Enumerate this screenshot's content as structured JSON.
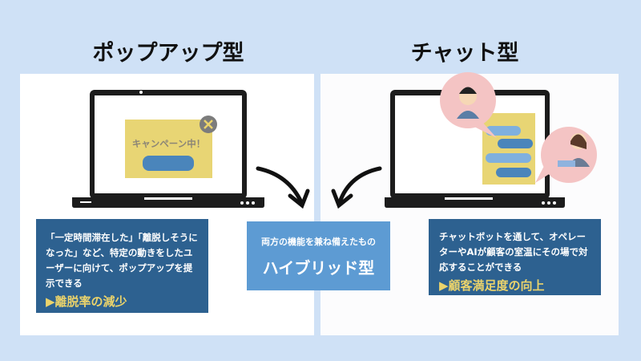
{
  "left": {
    "title": "ポップアップ型",
    "popup_text": "キャンペーン中！",
    "description": "「一定時間滞在した」「離脱しそうになった」など、特定の動きをしたユーザーに向けて、ポップアップを提示できる",
    "result": "▶離脱率の減少"
  },
  "center": {
    "subtitle": "両方の機能を兼ね備えたもの",
    "title": "ハイブリッド型"
  },
  "right": {
    "title": "チャット型",
    "description": "チャットボットを通して、オペレーターやAIが顧客の室温にその場で対応することができる",
    "result": "▶顧客満足度の向上"
  },
  "colors": {
    "background": "#cfe1f6",
    "dark_box": "#2d6190",
    "light_box": "#5d9bd3",
    "accent": "#ebd36b",
    "popup": "#e8d574"
  }
}
